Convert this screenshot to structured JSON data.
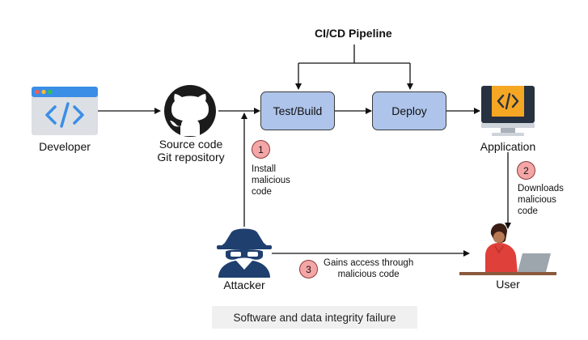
{
  "title": "CI/CD Pipeline",
  "nodes": {
    "developer": {
      "label": "Developer",
      "icon": "code-window-icon"
    },
    "source": {
      "line1": "Source code",
      "line2": "Git repository",
      "icon": "github-icon"
    },
    "test_build": {
      "label": "Test/Build"
    },
    "deploy": {
      "label": "Deploy"
    },
    "application": {
      "label": "Application",
      "icon": "monitor-code-icon"
    },
    "attacker": {
      "label": "Attacker",
      "icon": "spy-icon"
    },
    "user": {
      "label": "User",
      "icon": "user-laptop-icon"
    }
  },
  "steps": [
    {
      "number": "1",
      "lines": [
        "Install",
        "malicious",
        "code"
      ]
    },
    {
      "number": "2",
      "lines": [
        "Downloads",
        "malicious",
        "code"
      ]
    },
    {
      "number": "3",
      "lines": [
        "Gains access through",
        "malicious code"
      ]
    }
  ],
  "caption": "Software and data integrity failure",
  "colors": {
    "box_fill": "#aec4ea",
    "badge_fill": "#f4a6a6",
    "app_accent": "#f5a623",
    "user_shirt": "#e0403a"
  }
}
